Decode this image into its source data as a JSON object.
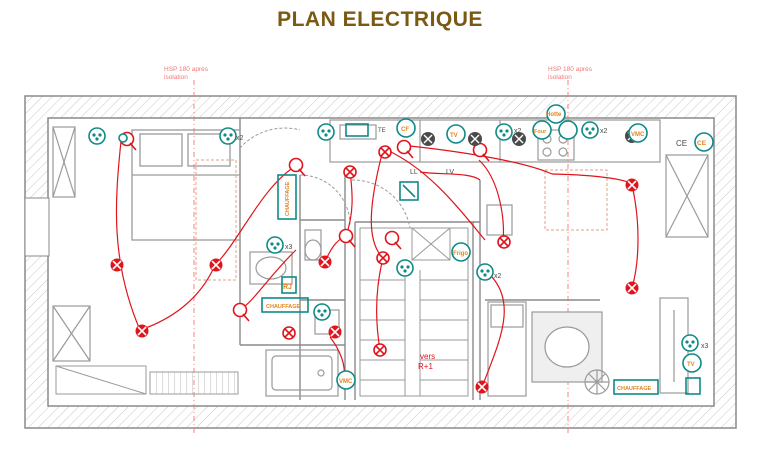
{
  "title": "PLAN ELECTRIQUE",
  "colors": {
    "title": "#7a5a12",
    "wall": "#8a8a8a",
    "hatch": "#c8c8c8",
    "circuit": "#e0141c",
    "device": "#0f8a86",
    "label_orange": "#e0861a",
    "dim_line": "#f07a78",
    "furniture": "#9a9a9a",
    "appliance_dark": "#4a4a4a"
  },
  "notes": {
    "left": [
      "HSP 180 après",
      "isolation"
    ],
    "right": [
      "HSP 180 après",
      "isolation"
    ]
  },
  "stair_note": [
    "vers",
    "R+1"
  ],
  "labels": {
    "chauffage": "CHAUFFAGE",
    "rj": "RJ",
    "tv": "TV",
    "te": "TE",
    "ll": "LL",
    "lv": "LV",
    "ce": "CE",
    "cf": "CF",
    "ce_circle": "CE",
    "hotte": "Hotte",
    "four": "Four",
    "frigo": "Frigo",
    "vmc": "VMC",
    "vmc2": "VMC",
    "x2": "x2",
    "x3": "x3"
  },
  "icons": {
    "socket": "socket-icon",
    "light_point": "ceiling-light-icon",
    "switch": "switch-icon",
    "spot": "spot-light-icon",
    "wall_light": "wall-light-icon"
  }
}
